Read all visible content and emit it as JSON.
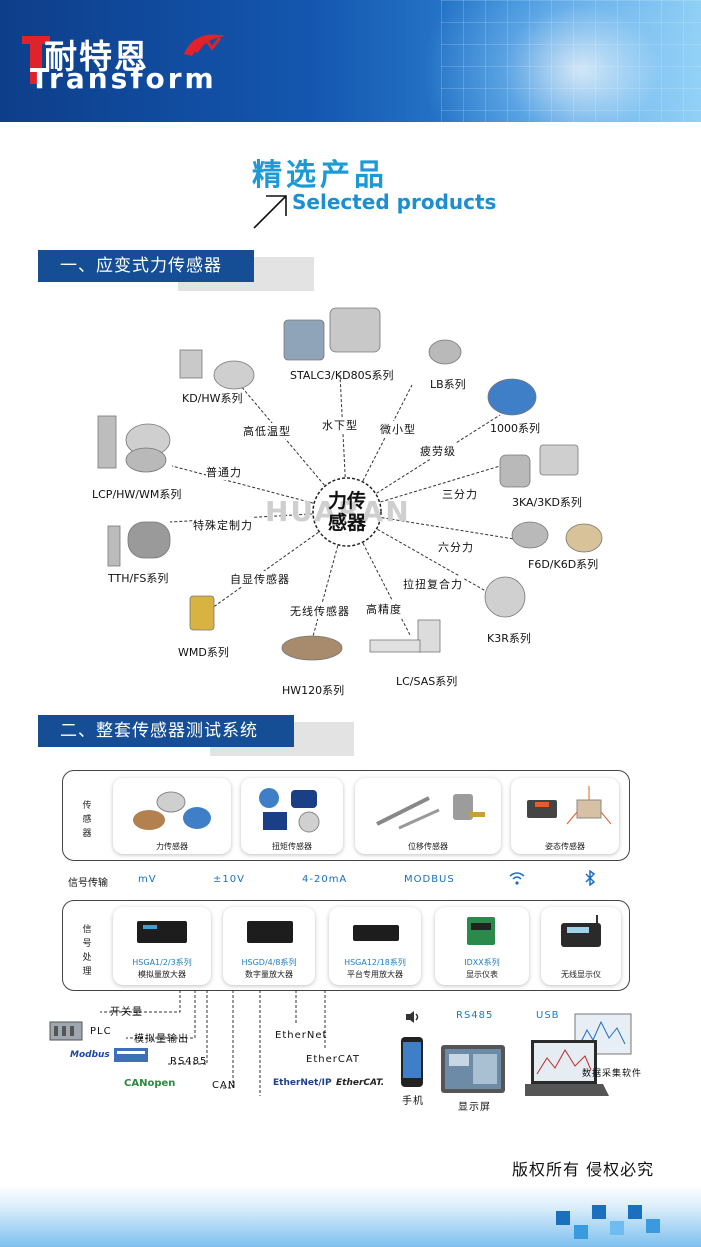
{
  "header": {
    "logo_cn": "耐特恩",
    "logo_en": "Transform"
  },
  "selected": {
    "cn": "精选产品",
    "en": "Selected products"
  },
  "section1": {
    "title": "一、应变式力传感器"
  },
  "diagram": {
    "center": "力传感器",
    "watermark": "HUARAN",
    "categories": [
      "高低温型",
      "水下型",
      "微小型",
      "疲劳级",
      "三分力",
      "六分力",
      "拉扭复合力",
      "高精度",
      "无线传感器",
      "自显传感器",
      "特殊定制力",
      "普通力"
    ],
    "products": [
      "STALC3/KD80S系列",
      "LB系列",
      "1000系列",
      "3KA/3KD系列",
      "F6D/K6D系列",
      "K3R系列",
      "LC/SAS系列",
      "HW120系列",
      "WMD系列",
      "TTH/FS系列",
      "LCP/HW/WM系列",
      "KD/HW系列"
    ]
  },
  "section2": {
    "title": "二、整套传感器测试系统"
  },
  "system": {
    "sensors_label": "传感器",
    "sensor_cards": [
      "力传感器",
      "扭矩传感器",
      "位移传感器",
      "姿态传感器"
    ],
    "transmission_label": "信号传输",
    "signals": [
      "mV",
      "±10V",
      "4-20mA",
      "MODBUS"
    ],
    "processing_label": "信号处理",
    "processors": [
      {
        "model": "HSGA1/2/3系列",
        "name": "模拟量放大器"
      },
      {
        "model": "HSGD/4/8系列",
        "name": "数字量放大器"
      },
      {
        "model": "HSGA12/18系列",
        "name": "平台专用放大器"
      },
      {
        "model": "IDXX系列",
        "name": "显示仪表"
      },
      {
        "model": "",
        "name": "无线显示仪"
      }
    ],
    "outputs": {
      "switch": "开关量",
      "plc": "PLC",
      "analog": "模拟量输出",
      "rs485": "RS485",
      "can": "CAN",
      "canopen": "CANopen",
      "modbus": "Modbus",
      "ethernet": "EtherNet",
      "ethercat": "EtherCAT",
      "ethernetip": "EtherNet/IP",
      "ethercat_logo": "EtherCAT.",
      "rs485_top": "RS485",
      "usb": "USB",
      "phone": "手机",
      "screen": "显示屏",
      "software": "数据采集软件"
    }
  },
  "footer": {
    "copyright": "版权所有 侵权必究"
  },
  "colors": {
    "banner": "#164e95",
    "accent": "#1b9ad6"
  }
}
